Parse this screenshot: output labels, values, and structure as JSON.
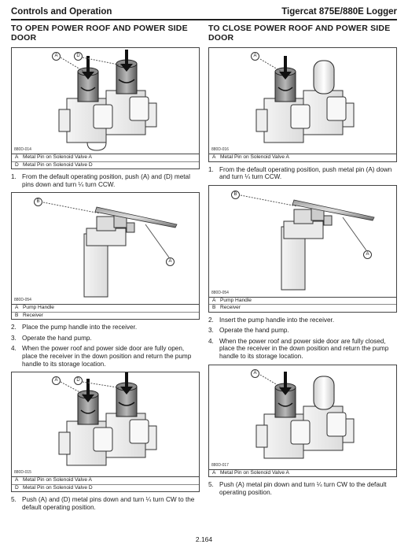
{
  "header": {
    "left": "Controls and Operation",
    "right": "Tigercat 875E/880E Logger"
  },
  "left": {
    "title": "TO OPEN POWER ROOF AND POWER SIDE DOOR",
    "fig1": {
      "code": "880D-014",
      "callouts": [
        "A",
        "D"
      ],
      "legend": [
        {
          "letter": "A",
          "text": "Metal Pin on Solenoid Valve A"
        },
        {
          "letter": "D",
          "text": "Metal Pin on Solenoid Valve D"
        }
      ]
    },
    "step1": {
      "num": "1.",
      "text": "From the default operating position, push (A) and (D) metal pins down and turn ¼ turn CCW."
    },
    "fig2": {
      "code": "880D-054",
      "callouts": [
        "B",
        "A"
      ],
      "legend": [
        {
          "letter": "A",
          "text": "Pump Handle"
        },
        {
          "letter": "B",
          "text": "Receiver"
        }
      ]
    },
    "step2": {
      "num": "2.",
      "text": "Place the pump handle into the receiver."
    },
    "step3": {
      "num": "3.",
      "text": "Operate the hand pump."
    },
    "step4": {
      "num": "4.",
      "text": "When the power roof and power side door are fully open, place the receiver in the down position and return the pump handle to its storage location."
    },
    "fig3": {
      "code": "880D-015",
      "callouts": [
        "A",
        "D"
      ],
      "legend": [
        {
          "letter": "A",
          "text": "Metal Pin on Solenoid Valve A"
        },
        {
          "letter": "D",
          "text": "Metal Pin on Solenoid Valve D"
        }
      ]
    },
    "step5": {
      "num": "5.",
      "text": "Push (A) and (D) metal pins down and turn ¼ turn CW to the default operating position."
    }
  },
  "right": {
    "title": "TO CLOSE POWER ROOF AND POWER SIDE DOOR",
    "fig1": {
      "code": "880D-016",
      "callouts": [
        "A"
      ],
      "legend": [
        {
          "letter": "A",
          "text": "Metal Pin on Solenoid Valve A"
        }
      ]
    },
    "step1": {
      "num": "1.",
      "text": "From the default operating position, push metal pin (A) down and turn ¼ turn CCW."
    },
    "fig2": {
      "code": "880D-054",
      "callouts": [
        "B",
        "A"
      ],
      "legend": [
        {
          "letter": "A",
          "text": "Pump Handle"
        },
        {
          "letter": "B",
          "text": "Receiver"
        }
      ]
    },
    "step2": {
      "num": "2.",
      "text": "Insert the pump handle into the receiver."
    },
    "step3": {
      "num": "3.",
      "text": "Operate the hand pump."
    },
    "step4": {
      "num": "4.",
      "text": "When the power roof and power side door are fully closed, place the receiver in the down position and return the pump handle to its storage location."
    },
    "fig3": {
      "code": "880D-017",
      "callouts": [
        "A"
      ],
      "legend": [
        {
          "letter": "A",
          "text": "Metal Pin on Solenoid Valve A"
        }
      ]
    },
    "step5": {
      "num": "5.",
      "text": "Push (A) metal pin down and turn ¼ turn CW to the default operating position."
    }
  },
  "footer": {
    "page_number": "2.164"
  }
}
